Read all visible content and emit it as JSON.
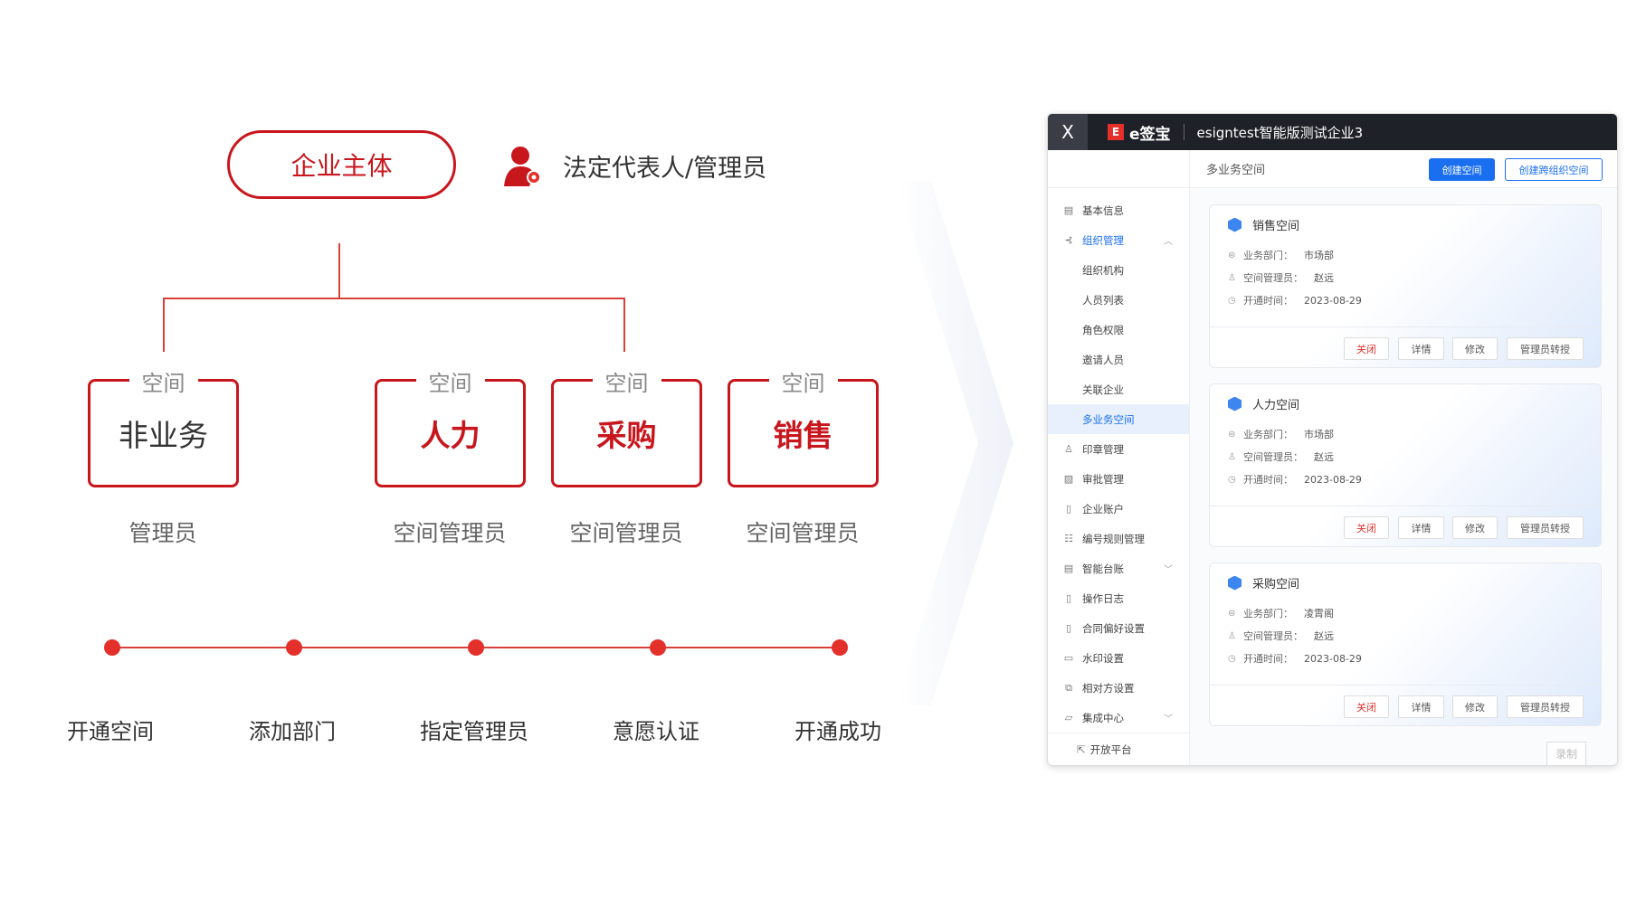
{
  "diagram": {
    "entity": "企业主体",
    "legal_rep": "法定代表人/管理员",
    "spaces": [
      {
        "caption": "空间",
        "name": "非业务",
        "role": "管理员"
      },
      {
        "caption": "空间",
        "name": "人力",
        "role": "空间管理员"
      },
      {
        "caption": "空间",
        "name": "采购",
        "role": "空间管理员"
      },
      {
        "caption": "空间",
        "name": "销售",
        "role": "空间管理员"
      }
    ],
    "steps": [
      "开通空间",
      "添加部门",
      "指定管理员",
      "意愿认证",
      "开通成功"
    ]
  },
  "app": {
    "close": "X",
    "logo": "E",
    "brand": "e签宝",
    "org": "esigntest智能版测试企业3",
    "page_title": "多业务空间",
    "create_space": "创建空间",
    "create_cross": "创建跨组织空间",
    "sidebar": [
      {
        "label": "基本信息",
        "icon": "▤"
      },
      {
        "label": "组织管理",
        "icon": "⊰",
        "caret": "^"
      },
      {
        "label": "组织机构"
      },
      {
        "label": "人员列表"
      },
      {
        "label": "角色权限"
      },
      {
        "label": "邀请人员"
      },
      {
        "label": "关联企业"
      },
      {
        "label": "多业务空间"
      },
      {
        "label": "印章管理",
        "icon": "♙"
      },
      {
        "label": "审批管理",
        "icon": "▨"
      },
      {
        "label": "企业账户",
        "icon": "▯"
      },
      {
        "label": "编号规则管理",
        "icon": "☷"
      },
      {
        "label": "智能台账",
        "icon": "▤",
        "caret": "v"
      },
      {
        "label": "操作日志",
        "icon": "▯"
      },
      {
        "label": "合同偏好设置",
        "icon": "▯"
      },
      {
        "label": "水印设置",
        "icon": "▭"
      },
      {
        "label": "相对方设置",
        "icon": "⧉"
      },
      {
        "label": "集成中心",
        "icon": "▱",
        "caret": "v"
      }
    ],
    "open_platform": "开放平台",
    "field_labels": {
      "dept": "业务部门：",
      "manager": "空间管理员：",
      "time": "开通时间："
    },
    "cards": [
      {
        "title": "销售空间",
        "dept": "市场部",
        "manager": "赵远",
        "time": "2023-08-29"
      },
      {
        "title": "人力空间",
        "dept": "市场部",
        "manager": "赵远",
        "time": "2023-08-29"
      },
      {
        "title": "采购空间",
        "dept": "凌霄阁",
        "manager": "赵远",
        "time": "2023-08-29"
      }
    ],
    "card_buttons": {
      "close": "关闭",
      "detail": "详情",
      "edit": "修改",
      "transfer": "管理员转授"
    },
    "record": "录制"
  }
}
